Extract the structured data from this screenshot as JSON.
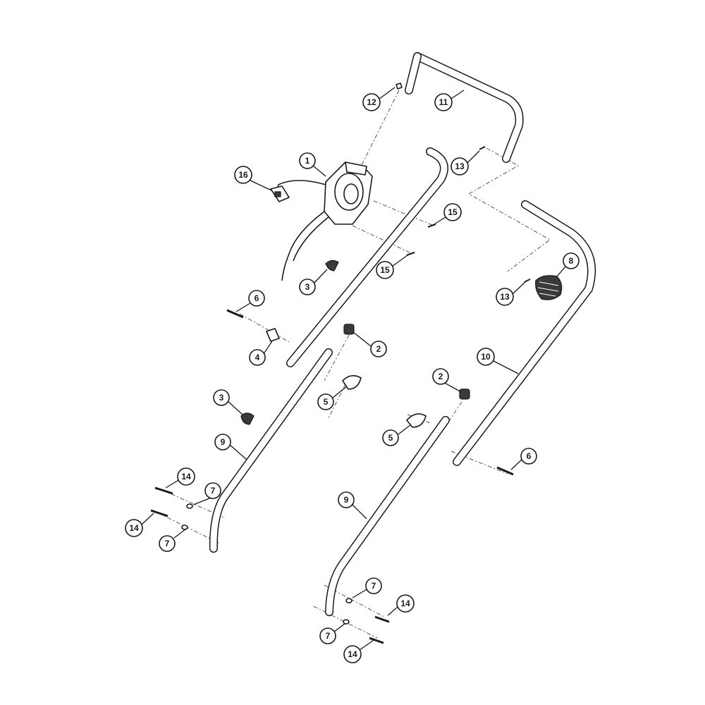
{
  "callouts": [
    {
      "id": "c1",
      "label": "1"
    },
    {
      "id": "c2a",
      "label": "2"
    },
    {
      "id": "c2b",
      "label": "2"
    },
    {
      "id": "c3a",
      "label": "3"
    },
    {
      "id": "c3b",
      "label": "3"
    },
    {
      "id": "c4",
      "label": "4"
    },
    {
      "id": "c5a",
      "label": "5"
    },
    {
      "id": "c5b",
      "label": "5"
    },
    {
      "id": "c6a",
      "label": "6"
    },
    {
      "id": "c6b",
      "label": "6"
    },
    {
      "id": "c7a",
      "label": "7"
    },
    {
      "id": "c7b",
      "label": "7"
    },
    {
      "id": "c7c",
      "label": "7"
    },
    {
      "id": "c7d",
      "label": "7"
    },
    {
      "id": "c8",
      "label": "8"
    },
    {
      "id": "c9a",
      "label": "9"
    },
    {
      "id": "c9b",
      "label": "9"
    },
    {
      "id": "c10",
      "label": "10"
    },
    {
      "id": "c11",
      "label": "11"
    },
    {
      "id": "c12",
      "label": "12"
    },
    {
      "id": "c13a",
      "label": "13"
    },
    {
      "id": "c13b",
      "label": "13"
    },
    {
      "id": "c14a",
      "label": "14"
    },
    {
      "id": "c14b",
      "label": "14"
    },
    {
      "id": "c14c",
      "label": "14"
    },
    {
      "id": "c14d",
      "label": "14"
    },
    {
      "id": "c15a",
      "label": "15"
    },
    {
      "id": "c15b",
      "label": "15"
    },
    {
      "id": "c16",
      "label": "16"
    }
  ]
}
